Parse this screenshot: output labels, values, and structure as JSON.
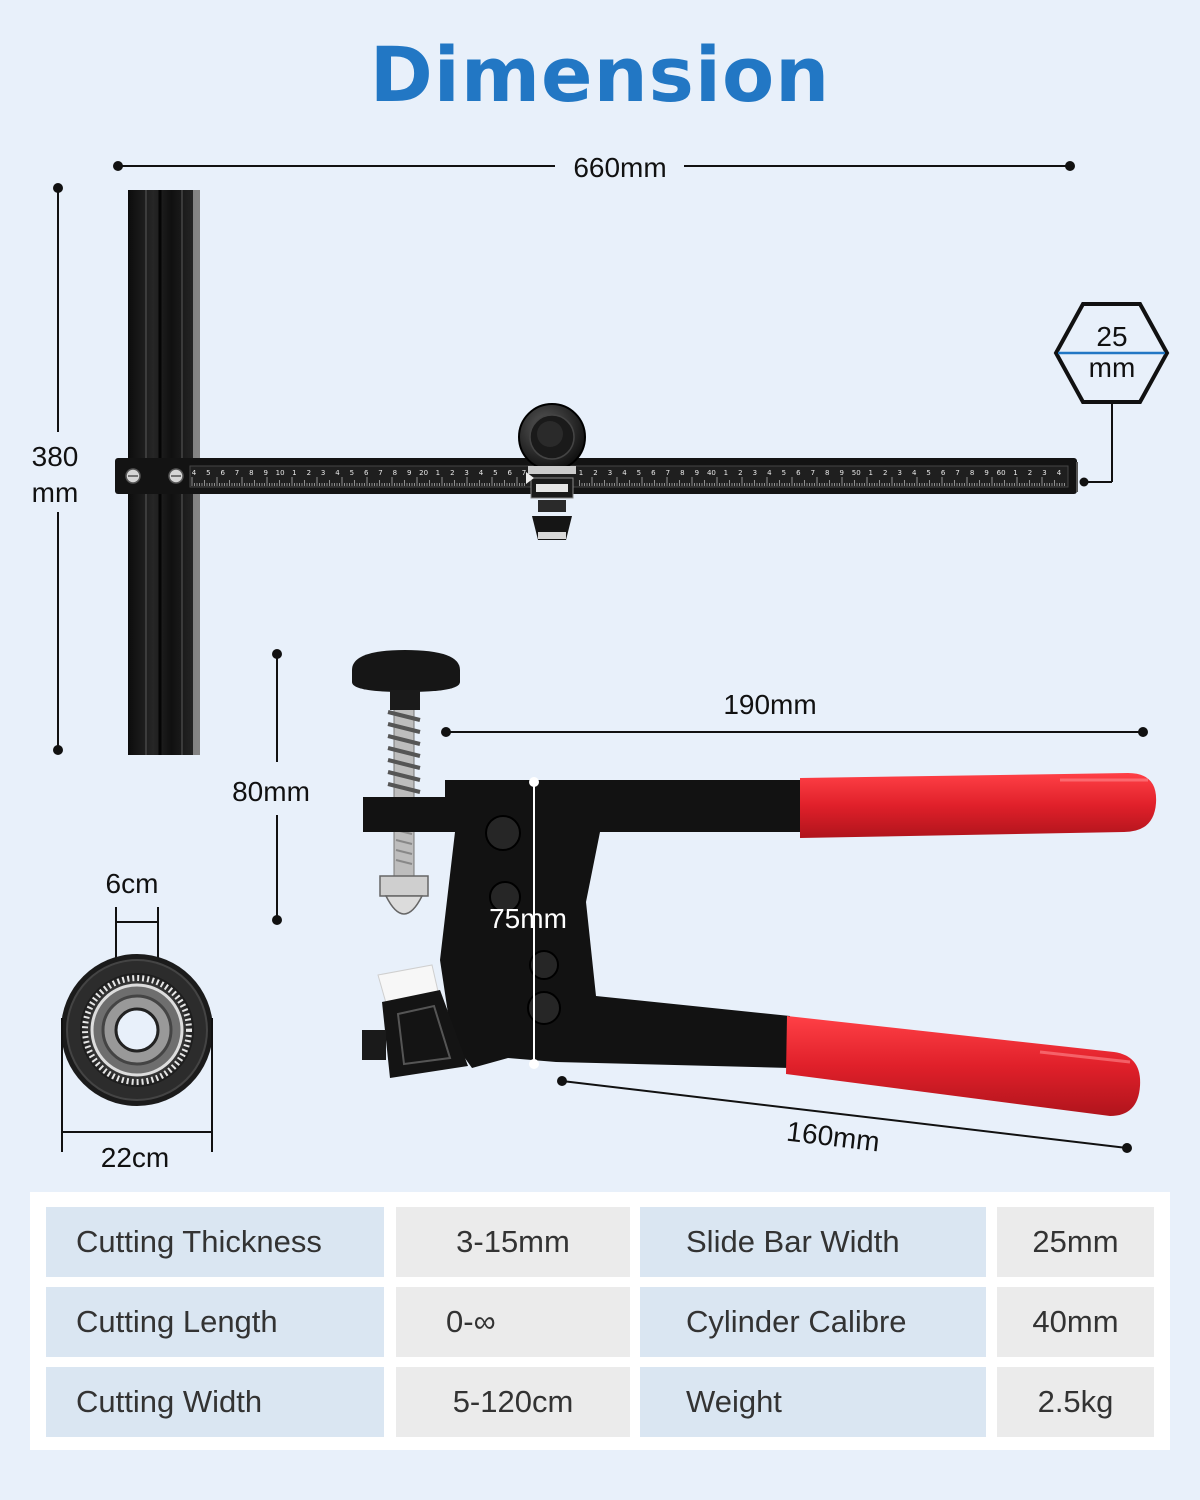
{
  "title": "Dimension",
  "colors": {
    "title_blue": "#2277c4",
    "handle_red": "#e0202a",
    "metal_black": "#141414",
    "background": "#e8f0fa",
    "label_cell": "#dae6f2",
    "value_cell": "#ebebeb"
  },
  "dimensions": {
    "ruler_length": "660mm",
    "column_height_value": "380",
    "column_height_unit": "mm",
    "bar_width_value": "25",
    "bar_width_unit": "mm",
    "plier_height": "80mm",
    "plier_length_top": "190mm",
    "plier_jaw": "75mm",
    "plier_length_bottom": "160mm",
    "wheel_bore": "6cm",
    "wheel_diameter": "22cm"
  },
  "ruler_ticks": [
    "4",
    "5",
    "6",
    "7",
    "8",
    "9",
    "10",
    "1",
    "2",
    "3",
    "4",
    "5",
    "6",
    "7",
    "8",
    "9",
    "20",
    "1",
    "2",
    "3",
    "4",
    "5",
    "6",
    "7",
    "1",
    "2",
    "3",
    "4",
    "5",
    "6",
    "7",
    "8",
    "9",
    "40",
    "1",
    "2",
    "3",
    "4",
    "5",
    "6",
    "7",
    "8",
    "9",
    "50",
    "1",
    "2",
    "3",
    "4",
    "5",
    "6",
    "7",
    "8",
    "9",
    "60",
    "1",
    "2",
    "3",
    "4"
  ],
  "specs": [
    {
      "label": "Cutting Thickness",
      "value": "3-15mm",
      "label2": "Slide Bar Width",
      "value2": "25mm"
    },
    {
      "label": "Cutting Length",
      "value": "0-∞",
      "label2": "Cylinder Calibre",
      "value2": "40mm"
    },
    {
      "label": "Cutting Width",
      "value": "5-120cm",
      "label2": "Weight",
      "value2": "2.5kg"
    }
  ]
}
